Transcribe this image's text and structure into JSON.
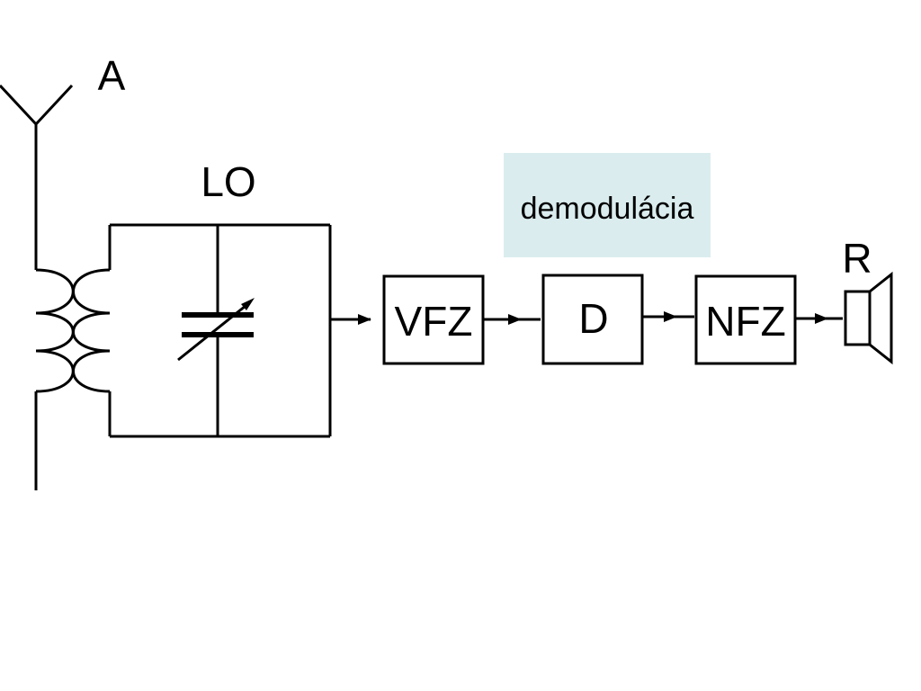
{
  "diagram": {
    "labels": {
      "antenna": "A",
      "resonant_circuit": "LO",
      "demodulation": "demodulácia",
      "speaker": "R"
    },
    "blocks": [
      {
        "id": "vfz",
        "label": "VFZ"
      },
      {
        "id": "d",
        "label": "D"
      },
      {
        "id": "nfz",
        "label": "NFZ"
      }
    ],
    "colors": {
      "line": "#000000",
      "highlight": "#daecee",
      "background": "#ffffff"
    }
  }
}
